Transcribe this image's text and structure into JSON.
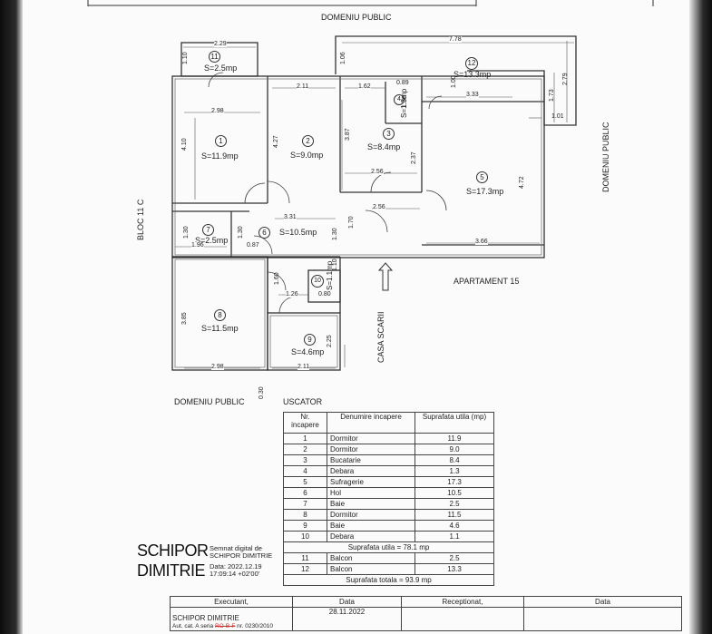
{
  "labels": {
    "domeniu_public_top": "DOMENIU PUBLIC",
    "domeniu_public_right": "DOMENIU PUBLIC",
    "domeniu_public_bottom": "DOMENIU PUBLIC",
    "bloc": "BLOC 11 C",
    "uscator": "USCATOR",
    "apartament": "APARTAMENT 15",
    "casa_scarii": "CASA SCARII"
  },
  "rooms": [
    {
      "nr": "1",
      "area": "S=11.9mp"
    },
    {
      "nr": "2",
      "area": "S=9.0mp"
    },
    {
      "nr": "3",
      "area": "S=8.4mp"
    },
    {
      "nr": "4",
      "area": "S=1.3mp"
    },
    {
      "nr": "5",
      "area": "S=17.3mp"
    },
    {
      "nr": "6",
      "area": "S=10.5mp"
    },
    {
      "nr": "7",
      "area": "S=2.5mp"
    },
    {
      "nr": "8",
      "area": "S=11.5mp"
    },
    {
      "nr": "9",
      "area": "S=4.6mp"
    },
    {
      "nr": "10",
      "area": "S=1.1mp"
    },
    {
      "nr": "11",
      "area": "S=2.5mp"
    },
    {
      "nr": "12",
      "area": "S=13.3mp"
    }
  ],
  "dimensions": [
    "7.78",
    "2.29",
    "1.10",
    "1.06",
    "2.11",
    "1.62",
    "0.89",
    "1.00",
    "3.33",
    "1.73",
    "2.79",
    "1.01",
    "2.98",
    "4.10",
    "4.27",
    "3.87",
    "1.30",
    "2.37",
    "2.56",
    "4.72",
    "2.56",
    "3.31",
    "1.70",
    "3.66",
    "1.30",
    "1.96",
    "0.87",
    "1.30",
    "1.60",
    "1.26",
    "0.80",
    "1.10",
    "3.85",
    "2.25",
    "2.98",
    "2.11",
    "0.30",
    "1.30"
  ],
  "legend": {
    "headers": [
      "Nr. incapere",
      "Denumire incapere",
      "Suprafata utila (mp)"
    ],
    "rows": [
      [
        "1",
        "Dormitor",
        "11.9"
      ],
      [
        "2",
        "Dormitor",
        "9.0"
      ],
      [
        "3",
        "Bucatarie",
        "8.4"
      ],
      [
        "4",
        "Debara",
        "1.3"
      ],
      [
        "5",
        "Sufragerie",
        "17.3"
      ],
      [
        "6",
        "Hol",
        "10.5"
      ],
      [
        "7",
        "Baie",
        "2.5"
      ],
      [
        "8",
        "Dormitor",
        "11.5"
      ],
      [
        "9",
        "Baie",
        "4.6"
      ],
      [
        "10",
        "Debara",
        "1.1"
      ]
    ],
    "total_utila": "Suprafata utila = 78.1 mp",
    "balcony_rows": [
      [
        "11",
        "Balcon",
        "2.5"
      ],
      [
        "12",
        "Balcon",
        "13.3"
      ]
    ],
    "total": "Suprafata totala = 93.9 mp"
  },
  "signature": {
    "name_line1": "SCHIPOR",
    "name_line2": "DIMITRIE",
    "signed_by": "Semnat digital de",
    "signer": "SCHIPOR DIMITRIE",
    "date": "Data: 2022.12.19",
    "time": "17:09:14 +02'00'"
  },
  "footer": {
    "headers": [
      "Executant,",
      "Data",
      "Receptionat,",
      "Data"
    ],
    "executant_date": "28.11.2022",
    "executant_name": "SCHIPOR DIMITRIE",
    "aut_prefix": "Aut. cat. A seria ",
    "aut_struck": "RO-B-F",
    "aut_suffix": " nr. 0230/2010"
  }
}
